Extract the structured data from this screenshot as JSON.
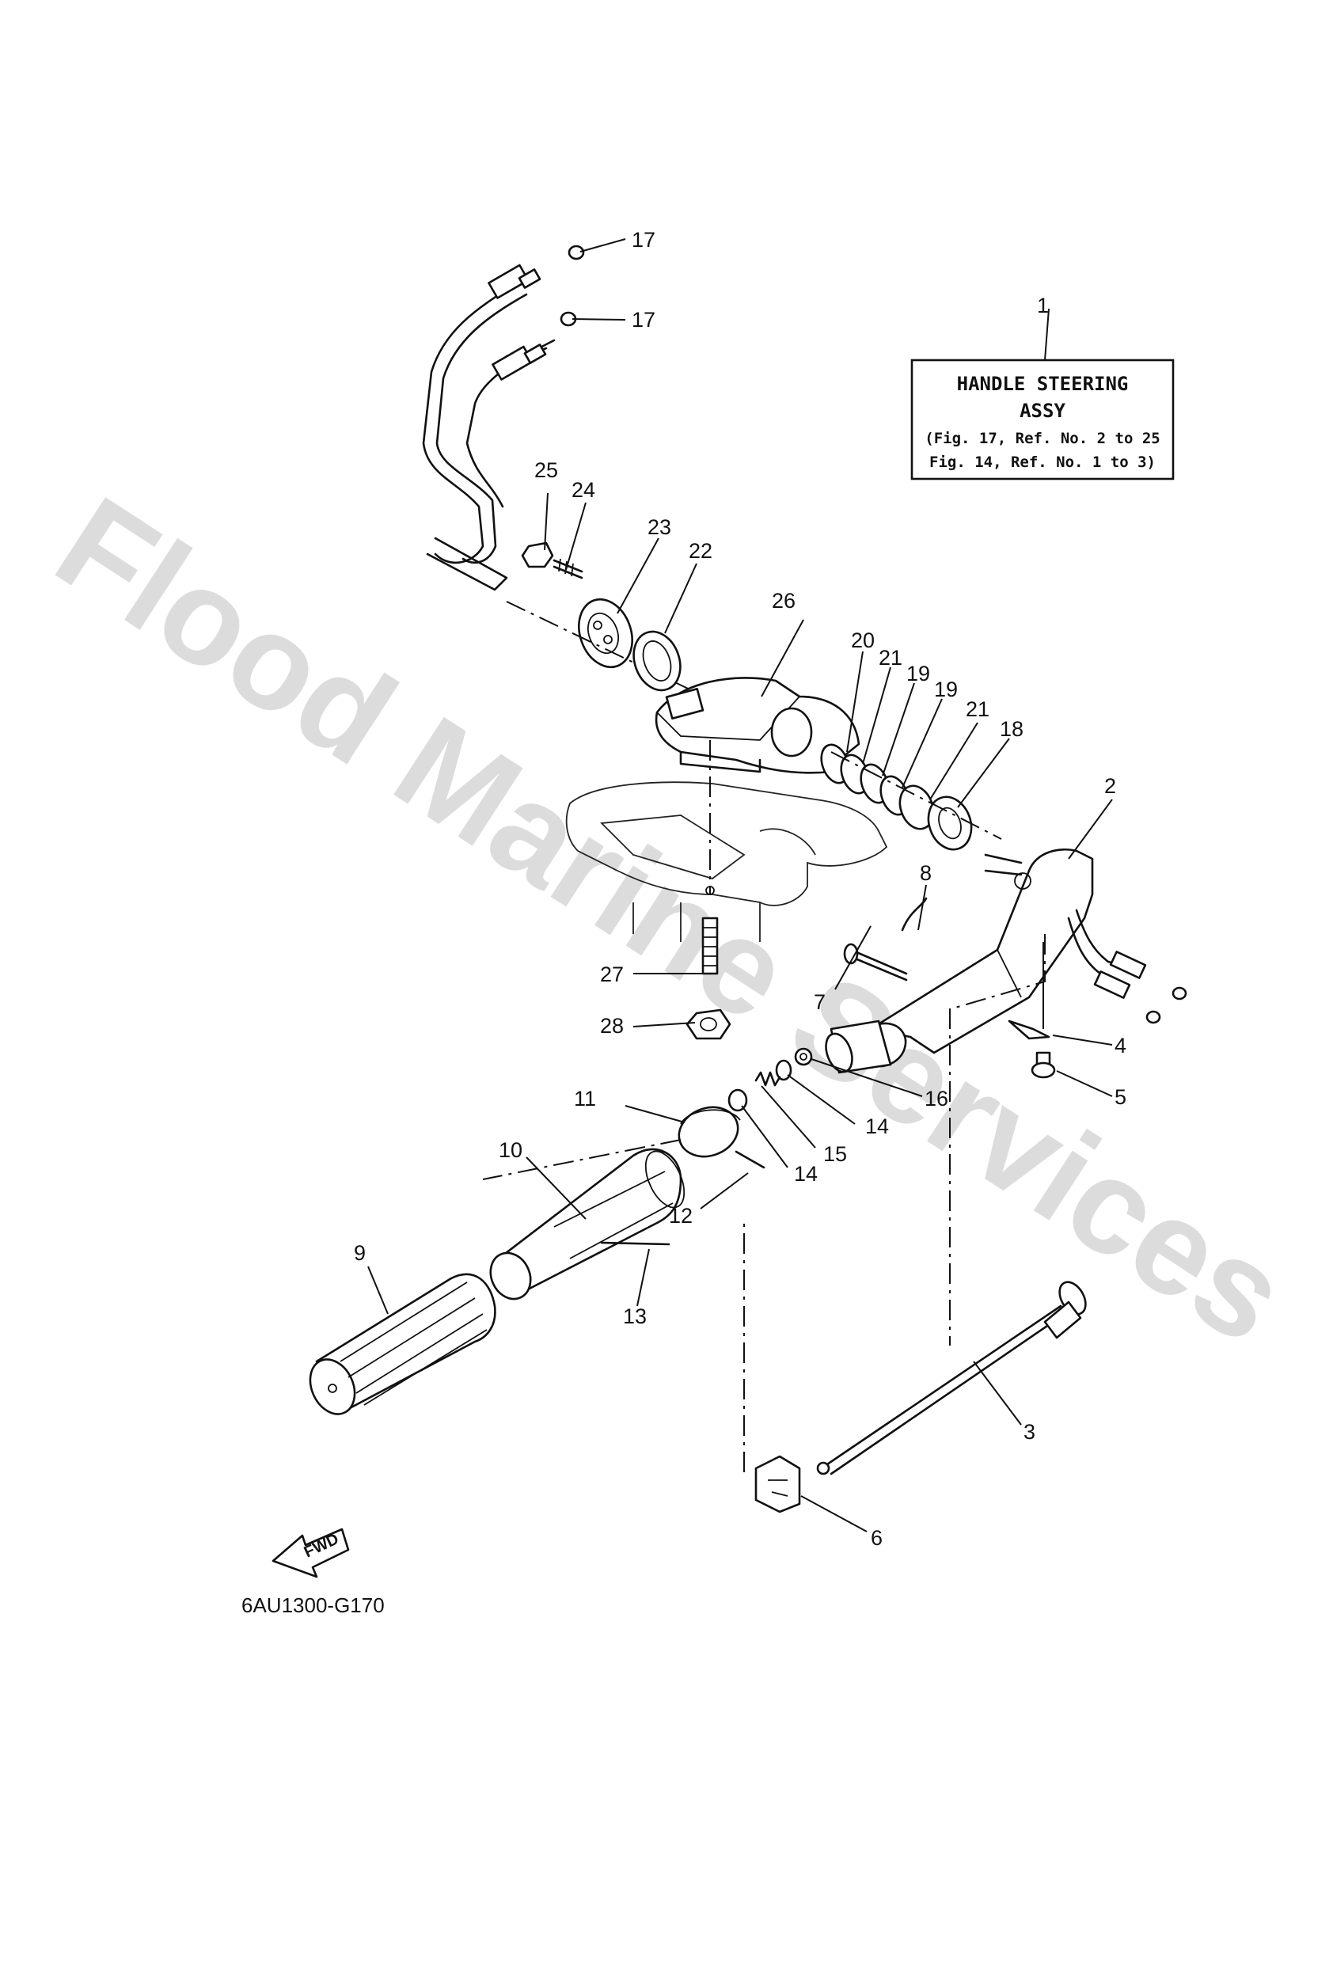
{
  "watermark": "Flood Marine Services",
  "info_box": {
    "ref": "1",
    "line1": "HANDLE STEERING",
    "line2": "ASSY",
    "line3": "(Fig. 17, Ref. No. 2 to 25",
    "line4": "Fig. 14, Ref. No. 1 to 3)"
  },
  "fwd_label": "FWD",
  "diagram_code": "6AU1300-G170",
  "callouts": [
    "17",
    "17",
    "25",
    "24",
    "23",
    "22",
    "26",
    "20",
    "21",
    "19",
    "19",
    "21",
    "18",
    "2",
    "8",
    "7",
    "27",
    "28",
    "4",
    "5",
    "16",
    "14",
    "15",
    "11",
    "14",
    "10",
    "12",
    "9",
    "13",
    "3",
    "6"
  ],
  "colors": {
    "line": "#111111",
    "watermark": "#dcdcdc",
    "background": "#ffffff"
  }
}
